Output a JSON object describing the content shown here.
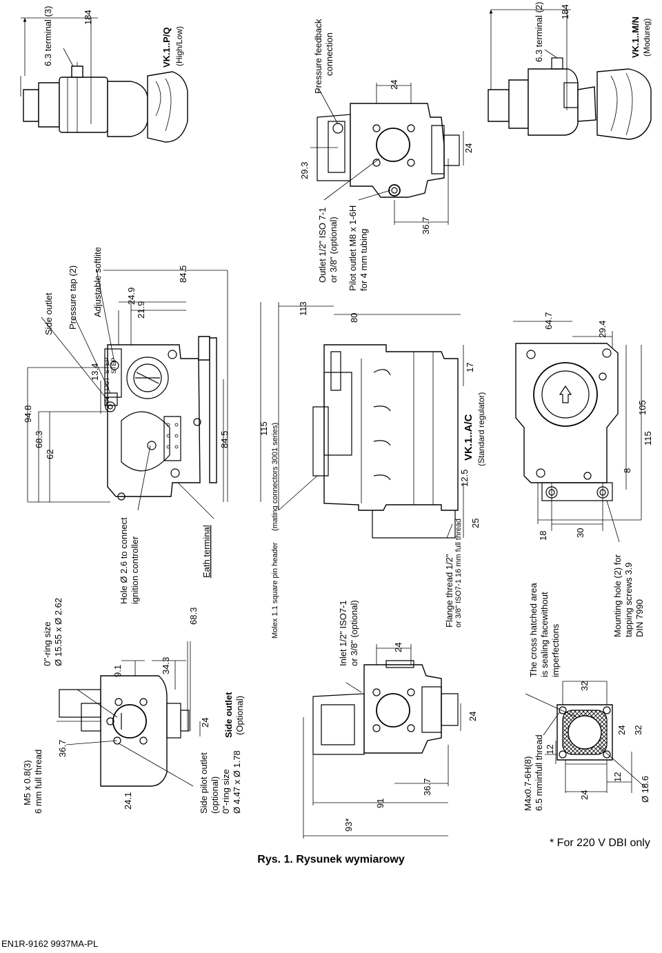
{
  "upper_left_view": {
    "dims": [
      "94.8",
      "68.3",
      "62",
      "13.4",
      "24.9",
      "21.9",
      "84.5",
      "84.5",
      "115"
    ],
    "labels": [
      "Side outlet",
      "Pressure tap (2)",
      "Adjustable softlite"
    ],
    "plate": [
      "IN",
      "OUT",
      "STEP",
      "STEP"
    ],
    "hole_label": [
      "Hole Ø 2.6 to connect",
      "ignition controller"
    ],
    "earth_label": "Eath terminal"
  },
  "top_left_view": {
    "terminal": "6.3 terminal (3)",
    "dim": "184",
    "model": "VK.1..P/Q",
    "model_sub": "(High/Low)"
  },
  "lower_left_view": {
    "dims": [
      "9.1",
      "34.3",
      "68.3",
      "36.7",
      "24",
      "24.1"
    ],
    "oring_main": [
      "0\"-ring size",
      "Ø 15.55 x Ø 2.62"
    ],
    "thread": [
      "M5 x 0.8(3)",
      "6 mm full thread"
    ],
    "side_pilot": [
      "Side pilot outlet",
      "(optional)",
      "0\"-ring size",
      "Ø 4.47 x Ø 1.78"
    ],
    "side_outlet_title": "Side outlet",
    "side_outlet_sub": "(Optional)"
  },
  "top_middle_view": {
    "feedback": [
      "Pressure feedback",
      "connection"
    ],
    "dims": [
      "24",
      "24",
      "29.3",
      "36.7"
    ],
    "outlet": [
      "Outlet 1/2\" ISO 7-1",
      "or 3/8\" (optional)"
    ],
    "pilot": [
      "Pilot outlet M8 x 1-6H",
      "for 4 mm tubing"
    ]
  },
  "side_view": {
    "dims": [
      "113",
      "80",
      "17",
      "12.5",
      "25"
    ],
    "molex": [
      "Molex 1.1 square pin header",
      "(mating connectors 3001 series)"
    ],
    "model": "VK.1..A/C",
    "model_sub": "(Standard regulator)",
    "flange": [
      "Flange thread 1/2\"",
      "or 3/8\" ISO7-1  16 mm full thread"
    ]
  },
  "inlet_view": {
    "inlet": [
      "Inlet 1/2\" ISO7-1",
      "or 3/8\" (optional)"
    ],
    "dims": [
      "24",
      "24",
      "36.7",
      "91",
      "93*"
    ]
  },
  "top_right_view": {
    "terminal": "6.3 terminal (2)",
    "dim": "184",
    "model": "VK.1..M/N",
    "model_sub": "(Modureg)"
  },
  "bottom_view": {
    "dims": [
      "64.7",
      "29.4",
      "105",
      "115",
      "8",
      "18",
      "30"
    ],
    "mounting": [
      "Mounting hole (2) for",
      "tapping screws 3.9",
      "DIN 7990"
    ]
  },
  "flange_view": {
    "note": [
      "The cross hatched area",
      "is sealing facewithout",
      "imperfections"
    ],
    "thread": [
      "M4x0.7-6H(8)",
      "6.5 mminfull thread"
    ],
    "dims": [
      "32",
      "12",
      "24",
      "24",
      "32",
      "12",
      "Ø 18.6"
    ]
  },
  "footnote": "*   For 220 V DBI only",
  "caption": "Rys. 1. Rysunek wymiarowy",
  "doc_code": "EN1R-9162 9937MA-PL"
}
